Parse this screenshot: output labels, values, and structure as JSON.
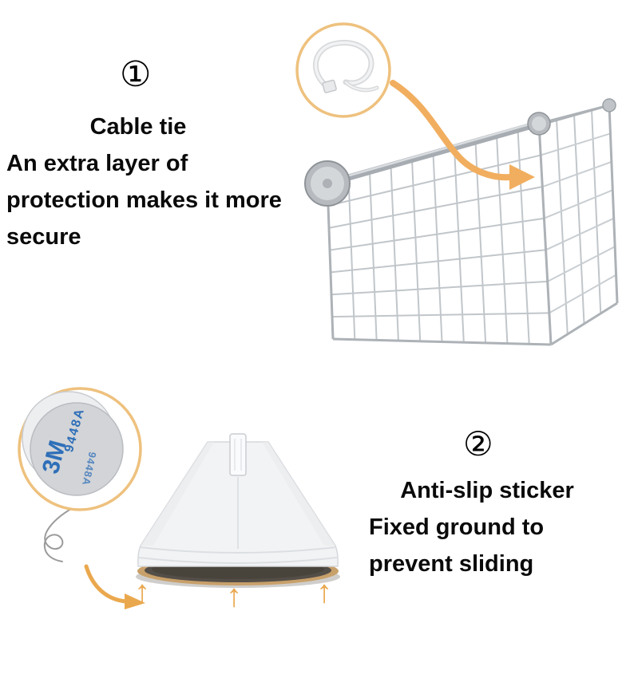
{
  "step1": {
    "number": "①",
    "title": "Cable tie",
    "line1": "An extra layer of",
    "line2": "protection makes it more",
    "line3": "secure"
  },
  "step2": {
    "number": "②",
    "title": "Anti-slip sticker",
    "line1": "Fixed ground to",
    "line2": "prevent sliding"
  },
  "sticker": {
    "brand": "3M",
    "code": "9448A"
  },
  "arrows": {
    "up_glyph": "↑"
  },
  "colors": {
    "accent_orange": "#f0ad5e",
    "inset_border": "#eec17e",
    "wire_gray": "#c1c6ca",
    "wire_light": "#c9ced2",
    "frame_gray": "#adb2b7",
    "text_black": "#0a0a0a",
    "sticker_blue": "#2e6fb8",
    "pad_dark": "#544e48",
    "pad_rim": "#c8a06a"
  }
}
